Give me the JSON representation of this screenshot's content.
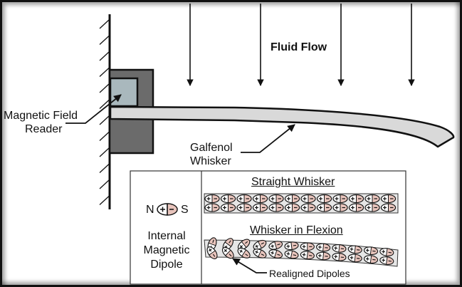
{
  "title_label": "Fluid Flow",
  "labels": {
    "reader_line1": "Magnetic Field",
    "reader_line2": "Reader",
    "whisker_line1": "Galfenol",
    "whisker_line2": "Whisker"
  },
  "legend": {
    "north": "N",
    "south": "S",
    "plus": "+",
    "minus": "−",
    "caption_line1": "Internal",
    "caption_line2": "Magnetic",
    "caption_line3": "Dipole"
  },
  "inset": {
    "straight_title": "Straight Whisker",
    "flexion_title": "Whisker in Flexion",
    "realigned_label": "Realigned Dipoles",
    "dipoles_per_row": 12,
    "rows": 2
  },
  "colors": {
    "clamp": "#6b6b6b",
    "reader": "#a9b8bd",
    "whisker": "#d9d9d9",
    "dipole_negative": "#e8c4bc",
    "stroke": "#111111"
  }
}
